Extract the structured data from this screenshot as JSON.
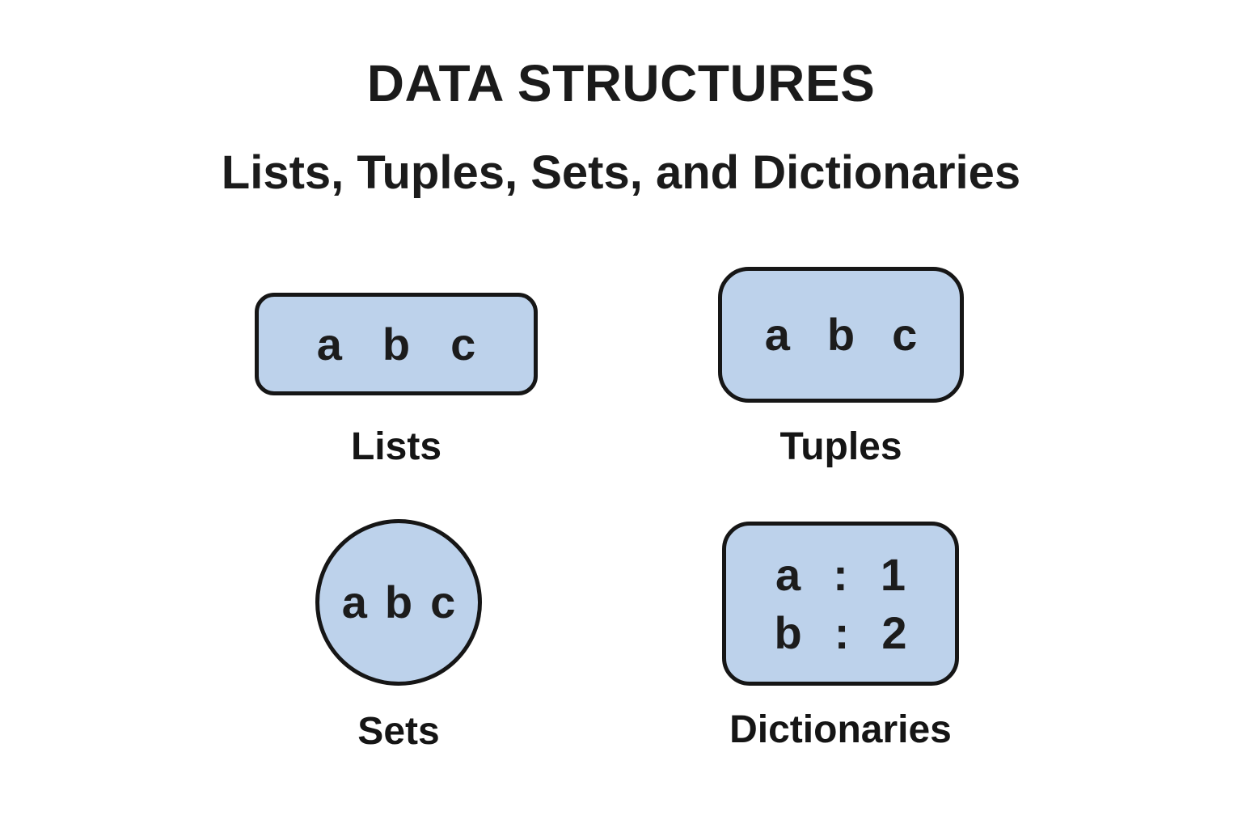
{
  "title": "DATA STRUCTURES",
  "subtitle": "Lists, Tuples, Sets, and Dictionaries",
  "colors": {
    "background": "#ffffff",
    "shape_fill": "#bdd2eb",
    "shape_border": "#161616",
    "text": "#1b1b1b"
  },
  "structures": [
    {
      "id": "lists",
      "label": "Lists",
      "shape": "rounded-rectangle",
      "items": [
        "a",
        "b",
        "c"
      ]
    },
    {
      "id": "tuples",
      "label": "Tuples",
      "shape": "rounded-rectangle-large-radius",
      "items": [
        "a",
        "b",
        "c"
      ]
    },
    {
      "id": "sets",
      "label": "Sets",
      "shape": "circle",
      "items": [
        "a",
        "b",
        "c"
      ]
    },
    {
      "id": "dictionaries",
      "label": "Dictionaries",
      "shape": "rounded-rectangle",
      "entries": [
        {
          "key": "a",
          "separator": ":",
          "value": "1"
        },
        {
          "key": "b",
          "separator": ":",
          "value": "2"
        }
      ]
    }
  ]
}
